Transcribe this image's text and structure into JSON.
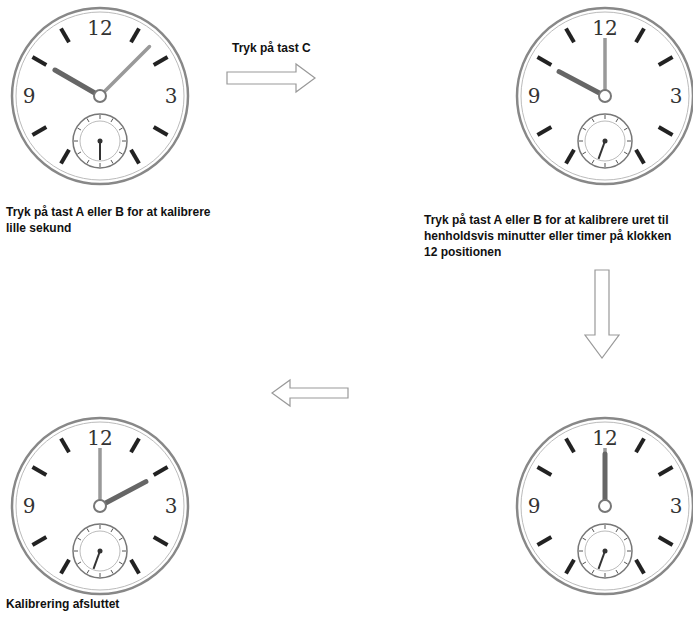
{
  "diagram": {
    "labels": [
      "Tryk på tast C",
      "Tryk på tast A eller B for at kalibrere lille sekund",
      "Tryk på tast A eller B for at kalibrere uret til henholdsvis minutter eller timer på klokken 12 positionen",
      "Kalibrering afsluttet",
      "12",
      "9",
      "3",
      "12",
      "9",
      "3",
      "12",
      "9",
      "3",
      "12",
      "9",
      "3"
    ]
  }
}
